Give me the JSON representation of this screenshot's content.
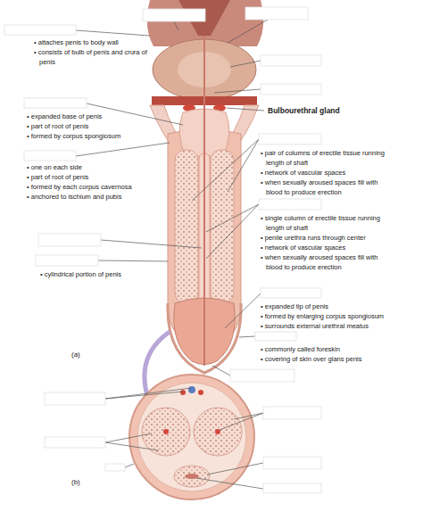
{
  "diagram": {
    "labels": [
      "• attaches penis to body wall",
      "• consists of bulb of penis and crura of penis",
      "• expanded base of penis",
      "• part of root of penis",
      "• formed by corpus spongiosum",
      "• one on each side",
      "• part of root of penis",
      "• formed by each corpus cavernosa",
      "• anchored to ischium and pubis",
      "Bulbourethral gland",
      "• pair of columns of erectile tissue running length of shaft",
      "• network of vascular spaces",
      "• when sexually aroused spaces fill with blood to produce erection",
      "• single column of erectile tissue running length of shaft",
      "• penile urethra runs through center",
      "• network of vascular spaces",
      "• when sexually aroused spaces fill with blood to produce erection",
      "• cylindrical portion of penis",
      "• expanded tip of penis",
      "• formed by enlarging corpus spongiosum",
      "• surrounds external urethral meatus",
      "• commonly called foreskin",
      "• covering of skin over glans penis",
      "(a)",
      "(b)"
    ]
  }
}
